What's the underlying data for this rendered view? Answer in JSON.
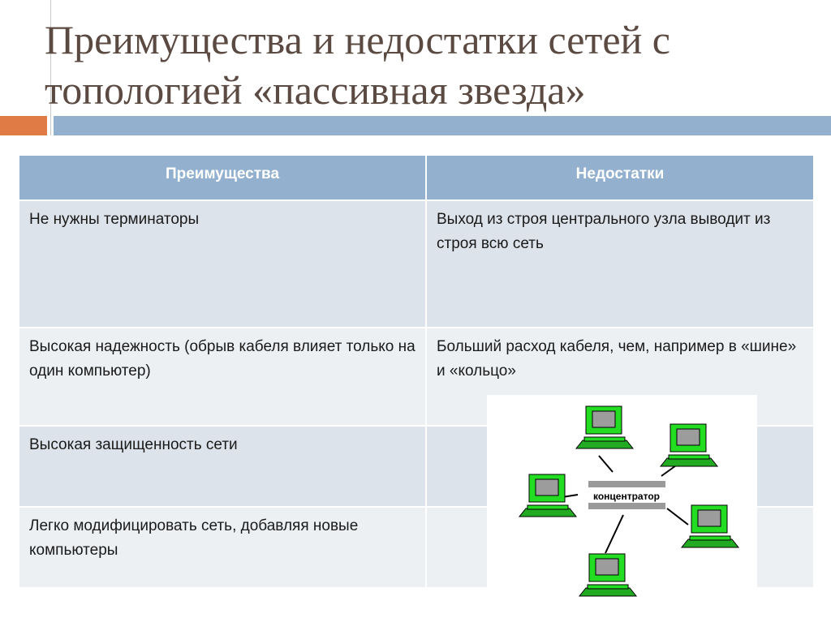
{
  "slide": {
    "title": "Преимущества и недостатки сетей с топологией «пассивная звезда»"
  },
  "table": {
    "headers": [
      "Преимущества",
      "Недостатки"
    ],
    "rows": [
      [
        "Не нужны терминаторы",
        "Выход из строя центрального узла выводит из строя всю сеть"
      ],
      [
        "Высокая надежность (обрыв кабеля влияет только на один компьютер)",
        "Больший расход кабеля, чем, например в «шине» и «кольцо»"
      ],
      [
        "Высокая защищенность сети",
        ""
      ],
      [
        "Легко модифицировать сеть, добавляя новые компьютеры",
        ""
      ]
    ]
  },
  "diagram": {
    "hub_label": "концентратор",
    "colors": {
      "screen": "#22dd22",
      "base": "#22aa22",
      "cable": "#000000",
      "hub": "#9a9a9a"
    }
  },
  "colors": {
    "title": "#5b4a42",
    "accent_orange": "#e07b45",
    "accent_blue": "#93b1ce"
  }
}
